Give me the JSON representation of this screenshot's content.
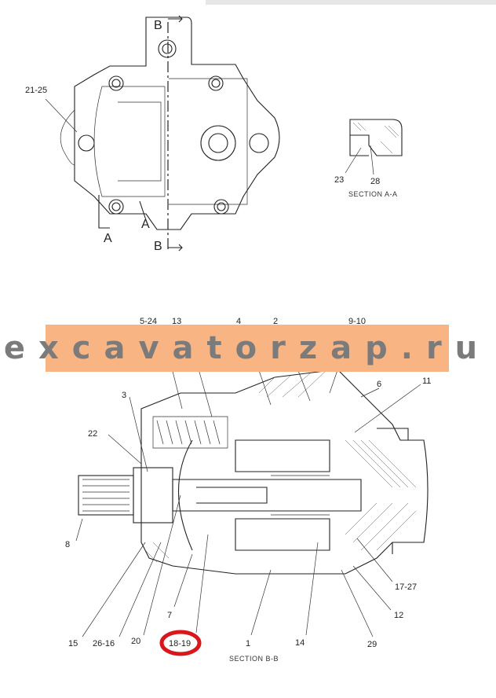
{
  "top_view": {
    "section_marker_top": "B",
    "section_marker_bottom": "B",
    "marker_a_left": "A",
    "marker_a_right": "A",
    "callout_21_25": "21-25"
  },
  "section_a": {
    "title": "SECTION A-A",
    "labels": [
      "23",
      "28"
    ]
  },
  "watermark": {
    "text": "excavatorzap.ru",
    "background": "#f9b483",
    "color": "#7b7b7b"
  },
  "section_b": {
    "title": "SECTION B-B",
    "labels": {
      "l_5_24": "5-24",
      "l_13": "13",
      "l_4": "4",
      "l_2": "2",
      "l_9_10": "9-10",
      "l_11": "11",
      "l_6": "6",
      "l_3": "3",
      "l_22": "22",
      "l_8": "8",
      "l_17_27": "17-27",
      "l_12": "12",
      "l_15": "15",
      "l_26_16": "26-16",
      "l_20": "20",
      "l_7": "7",
      "l_18_19": "18-19",
      "l_1": "1",
      "l_14": "14",
      "l_29": "29"
    },
    "highlighted_label": "18-19",
    "highlight_color": "#d8161b"
  }
}
